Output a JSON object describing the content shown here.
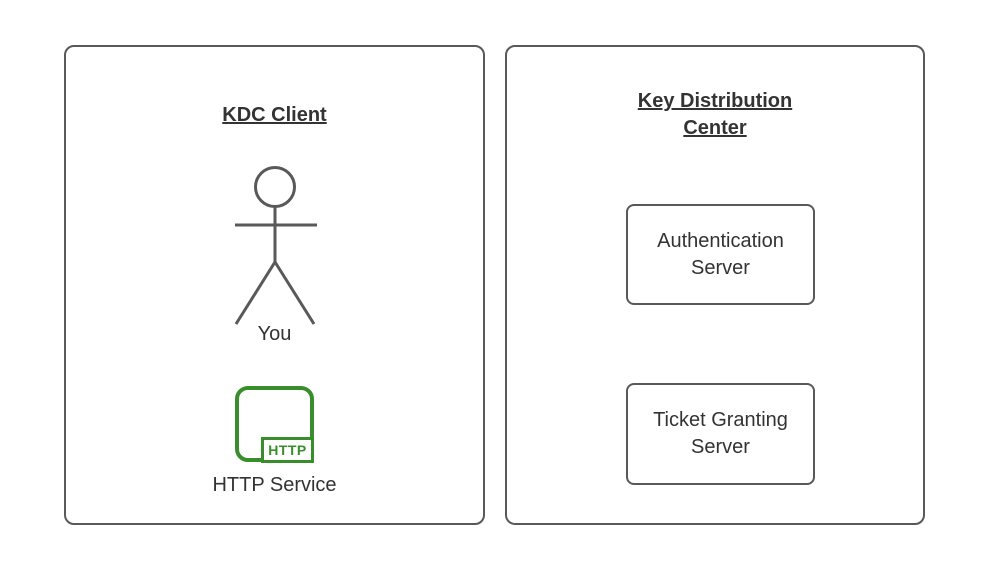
{
  "client_panel": {
    "title": "KDC Client",
    "actor_label": "You",
    "service_icon_text": "HTTP",
    "service_label": "HTTP Service"
  },
  "kdc_panel": {
    "title": "Key Distribution Center",
    "nodes": [
      {
        "label": "Authentication Server"
      },
      {
        "label": "Ticket Granting Server"
      }
    ]
  },
  "colors": {
    "panel_border": "#595959",
    "text": "#333333",
    "service_green": "#388e2b",
    "background": "#ffffff"
  }
}
